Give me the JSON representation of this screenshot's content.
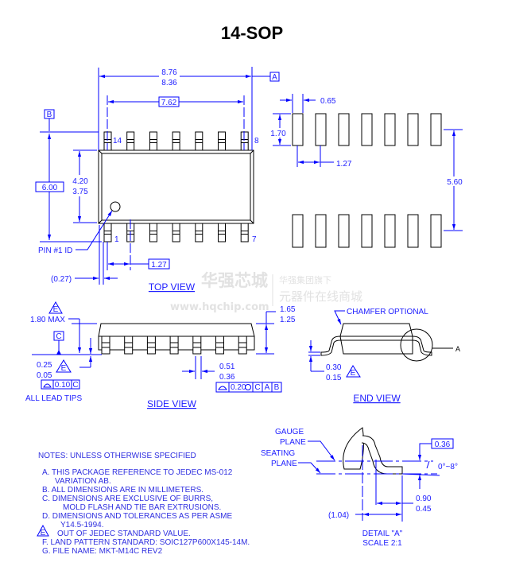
{
  "title": "14-SOP",
  "top_view": {
    "label": "TOP VIEW",
    "overall_length_max": "8.76",
    "overall_length_min": "8.36",
    "datum_a": "A",
    "datum_b": "B",
    "pin_span": "7.62",
    "total_width": "6.00",
    "body_width_max": "4.20",
    "body_width_min": "3.75",
    "pin_pitch": "1.27",
    "end_offset": "(0.27)",
    "pin1_id": "PIN #1 ID",
    "pin_labels": {
      "p14": "14",
      "p8": "8",
      "p1": "1",
      "p7": "7"
    }
  },
  "land_pattern": {
    "pad_width": "0.65",
    "pad_length": "1.70",
    "pad_pitch": "1.27",
    "row_span": "5.60"
  },
  "side_view": {
    "label": "SIDE VIEW",
    "height_max": "1.80 MAX",
    "datum_c": "C",
    "standoff_max": "0.25",
    "standoff_min": "0.05",
    "coplanarity": "0.10",
    "coplanarity_ref": "C",
    "all_lead_tips": "ALL LEAD TIPS",
    "lead_width_max": "0.51",
    "lead_width_min": "0.36",
    "position_tol": "0.20",
    "position_refs": [
      "C",
      "A",
      "B"
    ],
    "body_height_max": "1.65",
    "body_height_min": "1.25",
    "note_flag": "E"
  },
  "end_view": {
    "label": "END VIEW",
    "chamfer": "CHAMFER OPTIONAL",
    "lead_thickness_max": "0.30",
    "lead_thickness_min": "0.15",
    "detail_ref": "A"
  },
  "detail_a": {
    "gauge_plane_1": "GAUGE",
    "gauge_plane_2": "PLANE",
    "seating_plane_1": "SEATING",
    "seating_plane_2": "PLANE",
    "gauge_height": "0.36",
    "angle": "0°~8°",
    "foot_length_max": "0.90",
    "foot_length_min": "0.45",
    "footprint": "(1.04)",
    "title": "DETAIL \"A\"",
    "scale": "SCALE 2:1"
  },
  "notes": {
    "header": "NOTES: UNLESS OTHERWISE SPECIFIED",
    "lines": [
      "A. THIS PACKAGE REFERENCE TO JEDEC MS-012",
      "VARIATION AB.",
      "B. ALL DIMENSIONS ARE IN MILLIMETERS.",
      "C. DIMENSIONS ARE EXCLUSIVE OF BURRS,",
      "MOLD FLASH AND TIE BAR EXTRUSIONS.",
      "D.  DIMENSIONS AND TOLERANCES AS PER ASME",
      "Y14.5-1994.",
      "OUT OF JEDEC STANDARD VALUE.",
      "F. LAND PATTERN STANDARD: SOIC127P600X145-14M.",
      "G. FILE NAME: MKT-M14C REV2"
    ],
    "e_flag": "E"
  },
  "watermark": {
    "brand": "华强芯城",
    "url": "www.hqchip.com",
    "line1": "华强集团旗下",
    "line2": "元器件在线商城"
  }
}
